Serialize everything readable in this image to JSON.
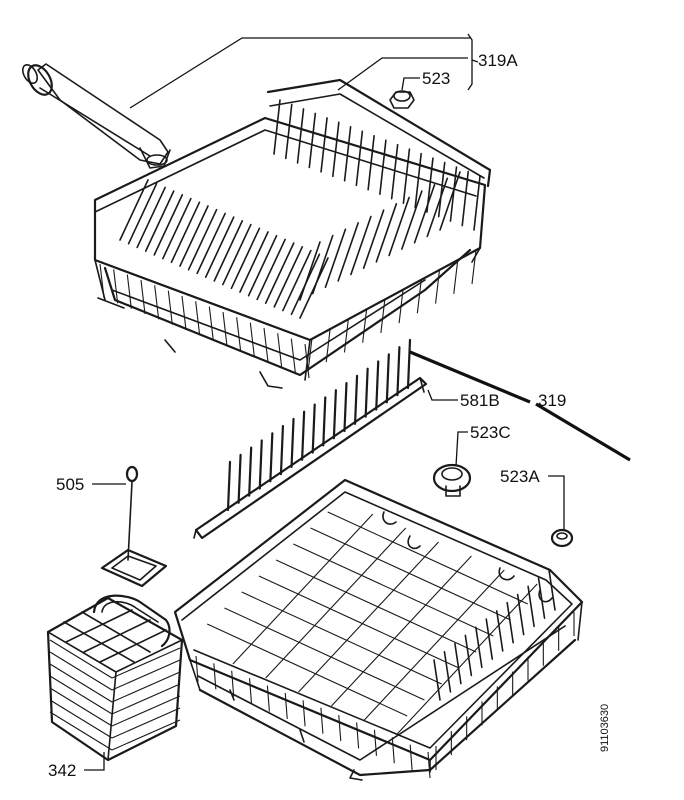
{
  "labels": {
    "upper_assembly": "319A",
    "lower_assembly": "319",
    "wheel_523": "523",
    "wheel_523a": "523A",
    "wheel_523c": "523C",
    "plate_rack": "581B",
    "cutlery_clip": "505",
    "cutlery_basket": "342"
  },
  "drawing_number": "91103630",
  "colors": {
    "line": "#1a1a1a",
    "background": "#ffffff"
  }
}
